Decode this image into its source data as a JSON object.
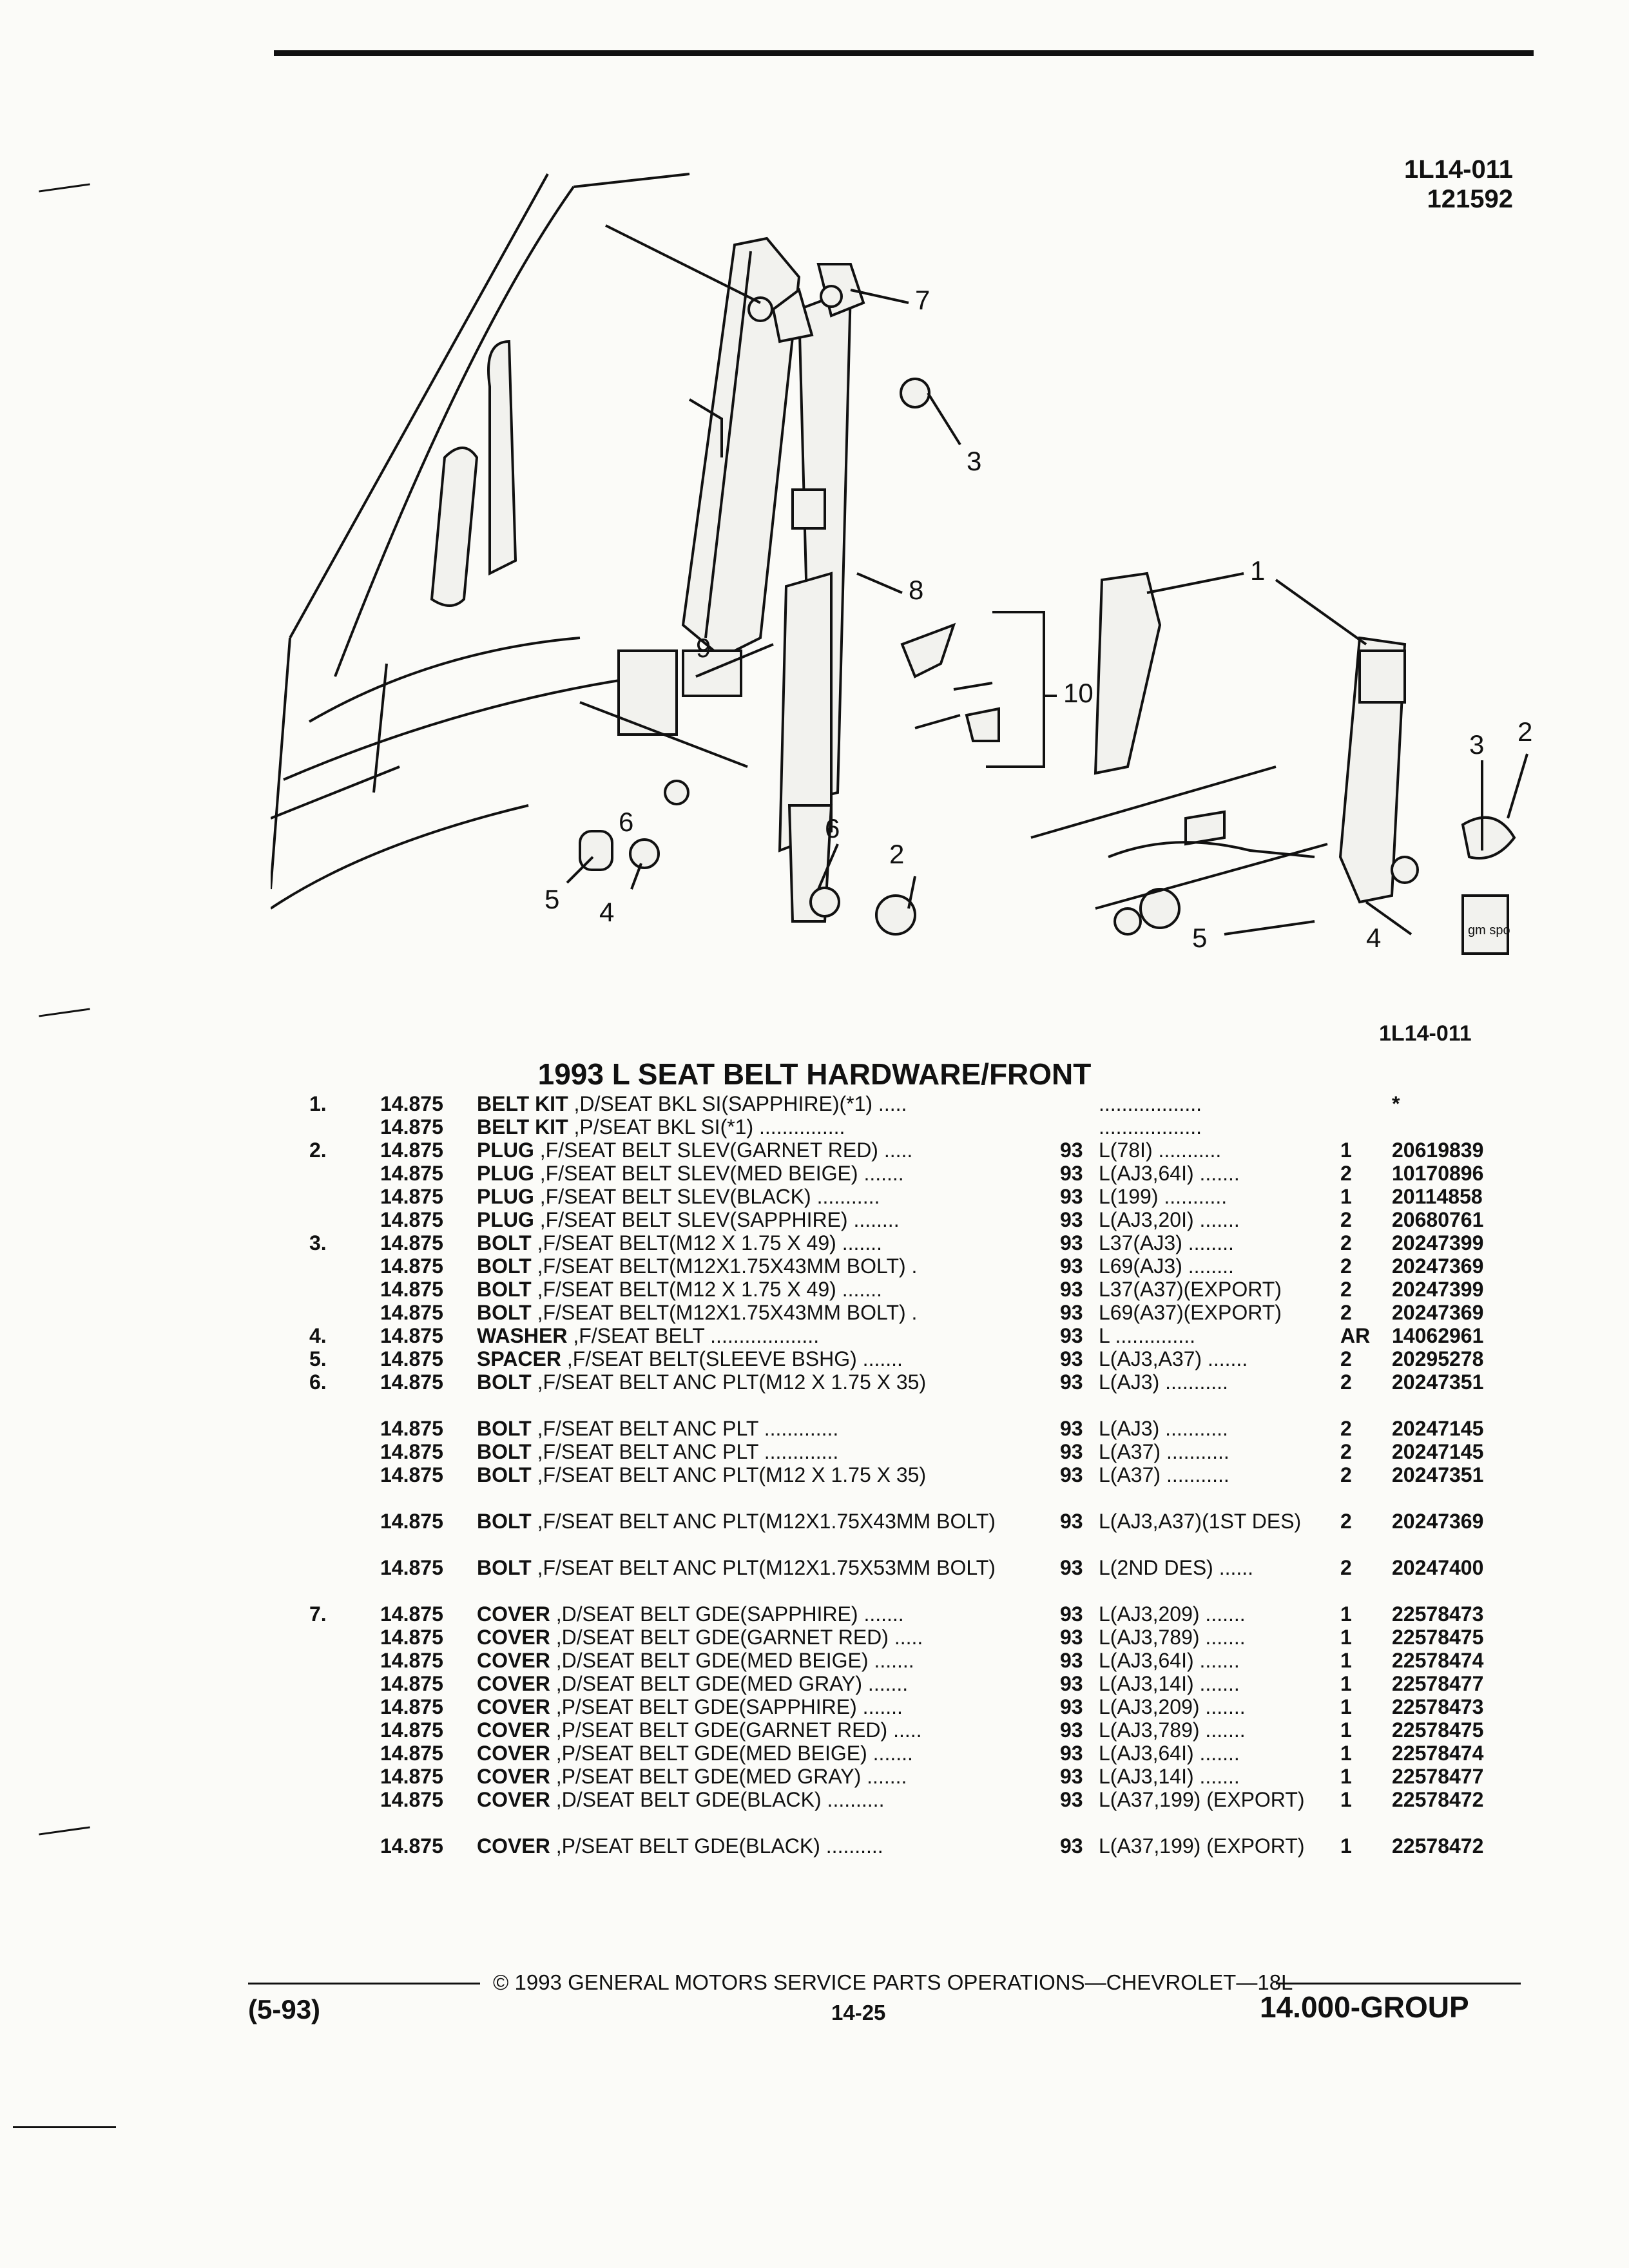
{
  "header": {
    "ref_code": "1L14-011",
    "date_code": "121592"
  },
  "figure": {
    "callouts": [
      "1",
      "2",
      "3",
      "4",
      "5",
      "6",
      "7",
      "8",
      "9",
      "10",
      "3",
      "2",
      "4",
      "5",
      "6"
    ],
    "logo_text": "gm spo",
    "ref": "1L14-011"
  },
  "title": "1993 L SEAT BELT HARDWARE/FRONT",
  "parts": [
    {
      "idx": "1.",
      "page": "14.875",
      "name": "BELT KIT",
      ",desc": "",
      "desc": ",D/SEAT BKL SI(SAPPHIRE)(*1) .....",
      "year": "",
      "usage": "..................",
      "qty": "",
      "pn": "*"
    },
    {
      "idx": "",
      "page": "14.875",
      "name": "BELT KIT",
      "desc": ",P/SEAT BKL SI(*1) ...............",
      "year": "",
      "usage": "..................",
      "qty": "",
      "pn": ""
    },
    {
      "idx": "2.",
      "page": "14.875",
      "name": "PLUG",
      "desc": ",F/SEAT BELT SLEV(GARNET RED) .....",
      "year": "93",
      "usage": "L(78I) ...........",
      "qty": "1",
      "pn": "20619839"
    },
    {
      "idx": "",
      "page": "14.875",
      "name": "PLUG",
      "desc": ",F/SEAT BELT SLEV(MED BEIGE) .......",
      "year": "93",
      "usage": "L(AJ3,64I) .......",
      "qty": "2",
      "pn": "10170896"
    },
    {
      "idx": "",
      "page": "14.875",
      "name": "PLUG",
      "desc": ",F/SEAT BELT SLEV(BLACK) ...........",
      "year": "93",
      "usage": "L(199) ...........",
      "qty": "1",
      "pn": "20114858"
    },
    {
      "idx": "",
      "page": "14.875",
      "name": "PLUG",
      "desc": ",F/SEAT BELT SLEV(SAPPHIRE) ........",
      "year": "93",
      "usage": "L(AJ3,20I) .......",
      "qty": "2",
      "pn": "20680761"
    },
    {
      "idx": "3.",
      "page": "14.875",
      "name": "BOLT",
      "desc": ",F/SEAT BELT(M12 X 1.75 X 49) .......",
      "year": "93",
      "usage": "L37(AJ3) ........",
      "qty": "2",
      "pn": "20247399"
    },
    {
      "idx": "",
      "page": "14.875",
      "name": "BOLT",
      "desc": ",F/SEAT BELT(M12X1.75X43MM BOLT) .",
      "year": "93",
      "usage": "L69(AJ3) ........",
      "qty": "2",
      "pn": "20247369"
    },
    {
      "idx": "",
      "page": "14.875",
      "name": "BOLT",
      "desc": ",F/SEAT BELT(M12 X 1.75 X 49) .......",
      "year": "93",
      "usage": "L37(A37)(EXPORT)",
      "qty": "2",
      "pn": "20247399"
    },
    {
      "idx": "",
      "page": "14.875",
      "name": "BOLT",
      "desc": ",F/SEAT BELT(M12X1.75X43MM BOLT) .",
      "year": "93",
      "usage": "L69(A37)(EXPORT)",
      "qty": "2",
      "pn": "20247369"
    },
    {
      "idx": "4.",
      "page": "14.875",
      "name": "WASHER",
      "desc": ",F/SEAT BELT ...................",
      "year": "93",
      "usage": "L ..............",
      "qty": "AR",
      "pn": "14062961"
    },
    {
      "idx": "5.",
      "page": "14.875",
      "name": "SPACER",
      "desc": ",F/SEAT BELT(SLEEVE BSHG) .......",
      "year": "93",
      "usage": "L(AJ3,A37) .......",
      "qty": "2",
      "pn": "20295278"
    },
    {
      "idx": "6.",
      "page": "14.875",
      "name": "BOLT",
      "desc": ",F/SEAT BELT ANC PLT(M12 X 1.75 X 35)",
      "year": "93",
      "usage": "L(AJ3) ...........",
      "qty": "2",
      "pn": "20247351",
      "tall": true
    },
    {
      "idx": "",
      "page": "14.875",
      "name": "BOLT",
      "desc": ",F/SEAT BELT ANC PLT .............",
      "year": "93",
      "usage": "L(AJ3) ...........",
      "qty": "2",
      "pn": "20247145"
    },
    {
      "idx": "",
      "page": "14.875",
      "name": "BOLT",
      "desc": ",F/SEAT BELT ANC PLT .............",
      "year": "93",
      "usage": "L(A37) ...........",
      "qty": "2",
      "pn": "20247145"
    },
    {
      "idx": "",
      "page": "14.875",
      "name": "BOLT",
      "desc": ",F/SEAT BELT ANC PLT(M12 X 1.75 X 35)",
      "year": "93",
      "usage": "L(A37) ...........",
      "qty": "2",
      "pn": "20247351",
      "tall": true
    },
    {
      "idx": "",
      "page": "14.875",
      "name": "BOLT",
      "desc": ",F/SEAT BELT ANC PLT(M12X1.75X43MM BOLT)",
      "year": "93",
      "usage": "L(AJ3,A37)(1ST DES)",
      "qty": "2",
      "pn": "20247369",
      "tall": true
    },
    {
      "idx": "",
      "page": "14.875",
      "name": "BOLT",
      "desc": ",F/SEAT BELT ANC PLT(M12X1.75X53MM BOLT)",
      "year": "93",
      "usage": "L(2ND DES) ......",
      "qty": "2",
      "pn": "20247400",
      "tall": true
    },
    {
      "idx": "7.",
      "page": "14.875",
      "name": "COVER",
      "desc": ",D/SEAT BELT GDE(SAPPHIRE) .......",
      "year": "93",
      "usage": "L(AJ3,209) .......",
      "qty": "1",
      "pn": "22578473"
    },
    {
      "idx": "",
      "page": "14.875",
      "name": "COVER",
      "desc": ",D/SEAT BELT GDE(GARNET RED) .....",
      "year": "93",
      "usage": "L(AJ3,789) .......",
      "qty": "1",
      "pn": "22578475"
    },
    {
      "idx": "",
      "page": "14.875",
      "name": "COVER",
      "desc": ",D/SEAT BELT GDE(MED BEIGE) .......",
      "year": "93",
      "usage": "L(AJ3,64I) .......",
      "qty": "1",
      "pn": "22578474"
    },
    {
      "idx": "",
      "page": "14.875",
      "name": "COVER",
      "desc": ",D/SEAT BELT GDE(MED GRAY) .......",
      "year": "93",
      "usage": "L(AJ3,14I) .......",
      "qty": "1",
      "pn": "22578477"
    },
    {
      "idx": "",
      "page": "14.875",
      "name": "COVER",
      "desc": ",P/SEAT BELT GDE(SAPPHIRE) .......",
      "year": "93",
      "usage": "L(AJ3,209) .......",
      "qty": "1",
      "pn": "22578473"
    },
    {
      "idx": "",
      "page": "14.875",
      "name": "COVER",
      "desc": ",P/SEAT BELT GDE(GARNET RED) .....",
      "year": "93",
      "usage": "L(AJ3,789) .......",
      "qty": "1",
      "pn": "22578475"
    },
    {
      "idx": "",
      "page": "14.875",
      "name": "COVER",
      "desc": ",P/SEAT BELT GDE(MED BEIGE) .......",
      "year": "93",
      "usage": "L(AJ3,64I) .......",
      "qty": "1",
      "pn": "22578474"
    },
    {
      "idx": "",
      "page": "14.875",
      "name": "COVER",
      "desc": ",P/SEAT BELT GDE(MED GRAY) .......",
      "year": "93",
      "usage": "L(AJ3,14I) .......",
      "qty": "1",
      "pn": "22578477"
    },
    {
      "idx": "",
      "page": "14.875",
      "name": "COVER",
      "desc": ",D/SEAT BELT GDE(BLACK) ..........",
      "year": "93",
      "usage": "L(A37,199) (EXPORT)",
      "qty": "1",
      "pn": "22578472",
      "tall": true
    },
    {
      "idx": "",
      "page": "14.875",
      "name": "COVER",
      "desc": ",P/SEAT BELT GDE(BLACK) ..........",
      "year": "93",
      "usage": "L(A37,199) (EXPORT)",
      "qty": "1",
      "pn": "22578472",
      "tall": true
    }
  ],
  "footer": {
    "copyright": "© 1993 GENERAL MOTORS SERVICE PARTS OPERATIONS—CHEVROLET—18L",
    "date_code": "(5-93)",
    "page_number": "14-25",
    "group": "14.000-GROUP"
  }
}
